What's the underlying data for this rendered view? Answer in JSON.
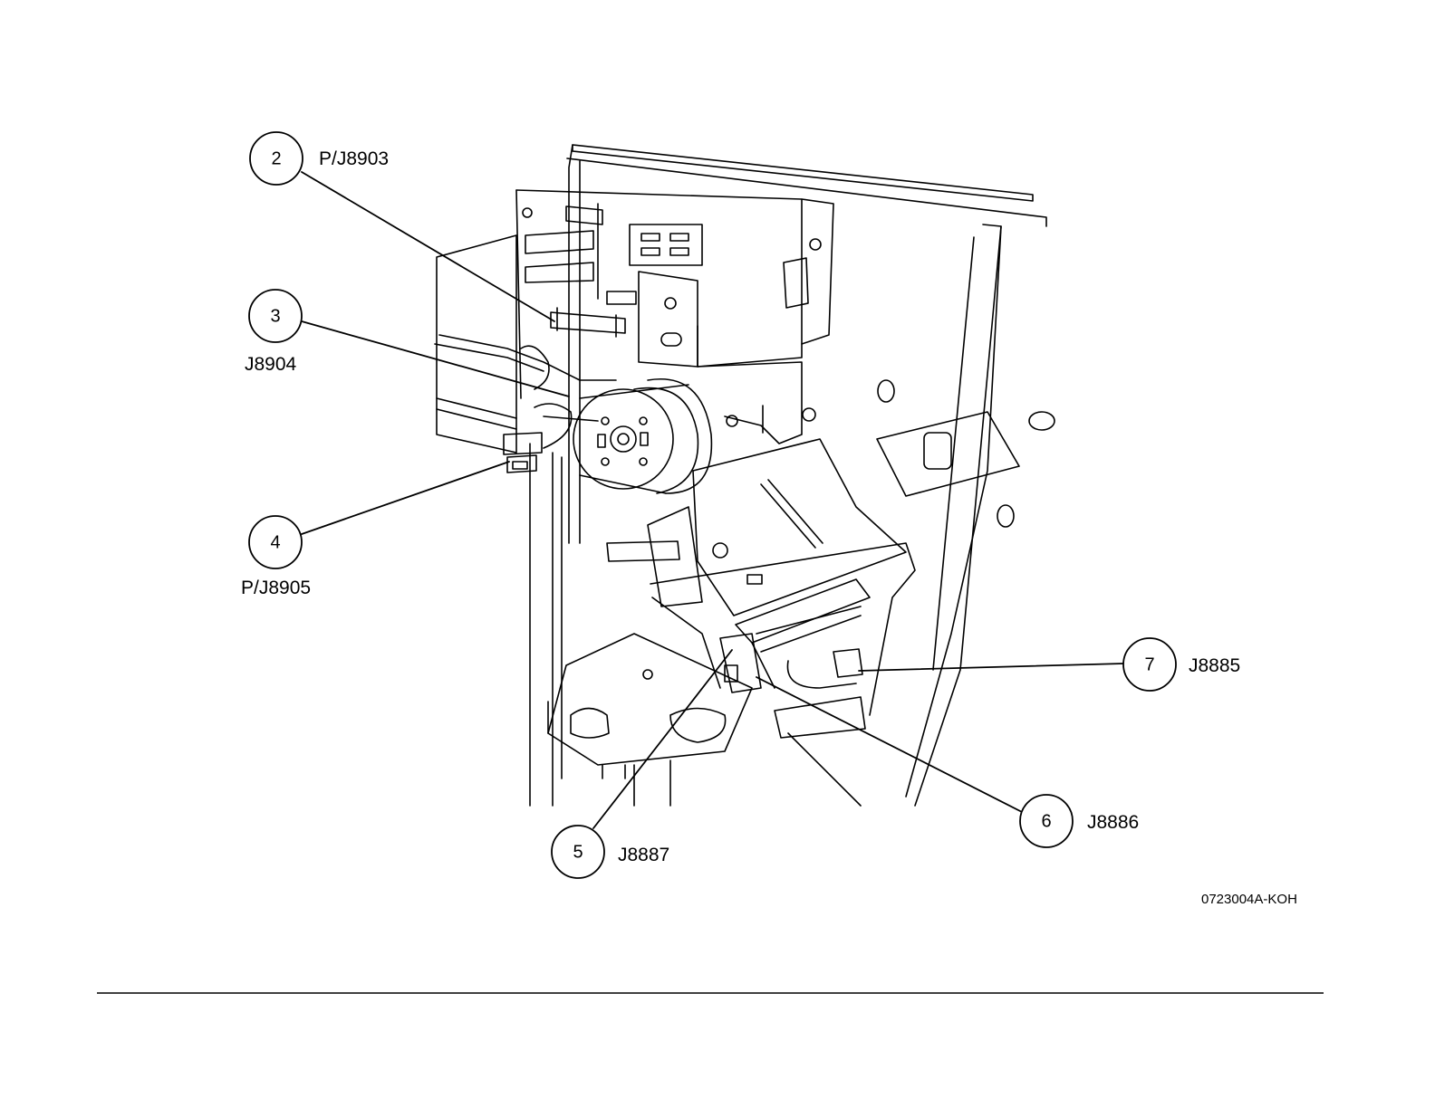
{
  "callouts": [
    {
      "number": "2",
      "label": "P/J8903"
    },
    {
      "number": "3",
      "label": "J8904"
    },
    {
      "number": "4",
      "label": "P/J8905"
    },
    {
      "number": "5",
      "label": "J8887"
    },
    {
      "number": "6",
      "label": "J8886"
    },
    {
      "number": "7",
      "label": "J8885"
    }
  ],
  "figure_id": "0723004A-KOH"
}
